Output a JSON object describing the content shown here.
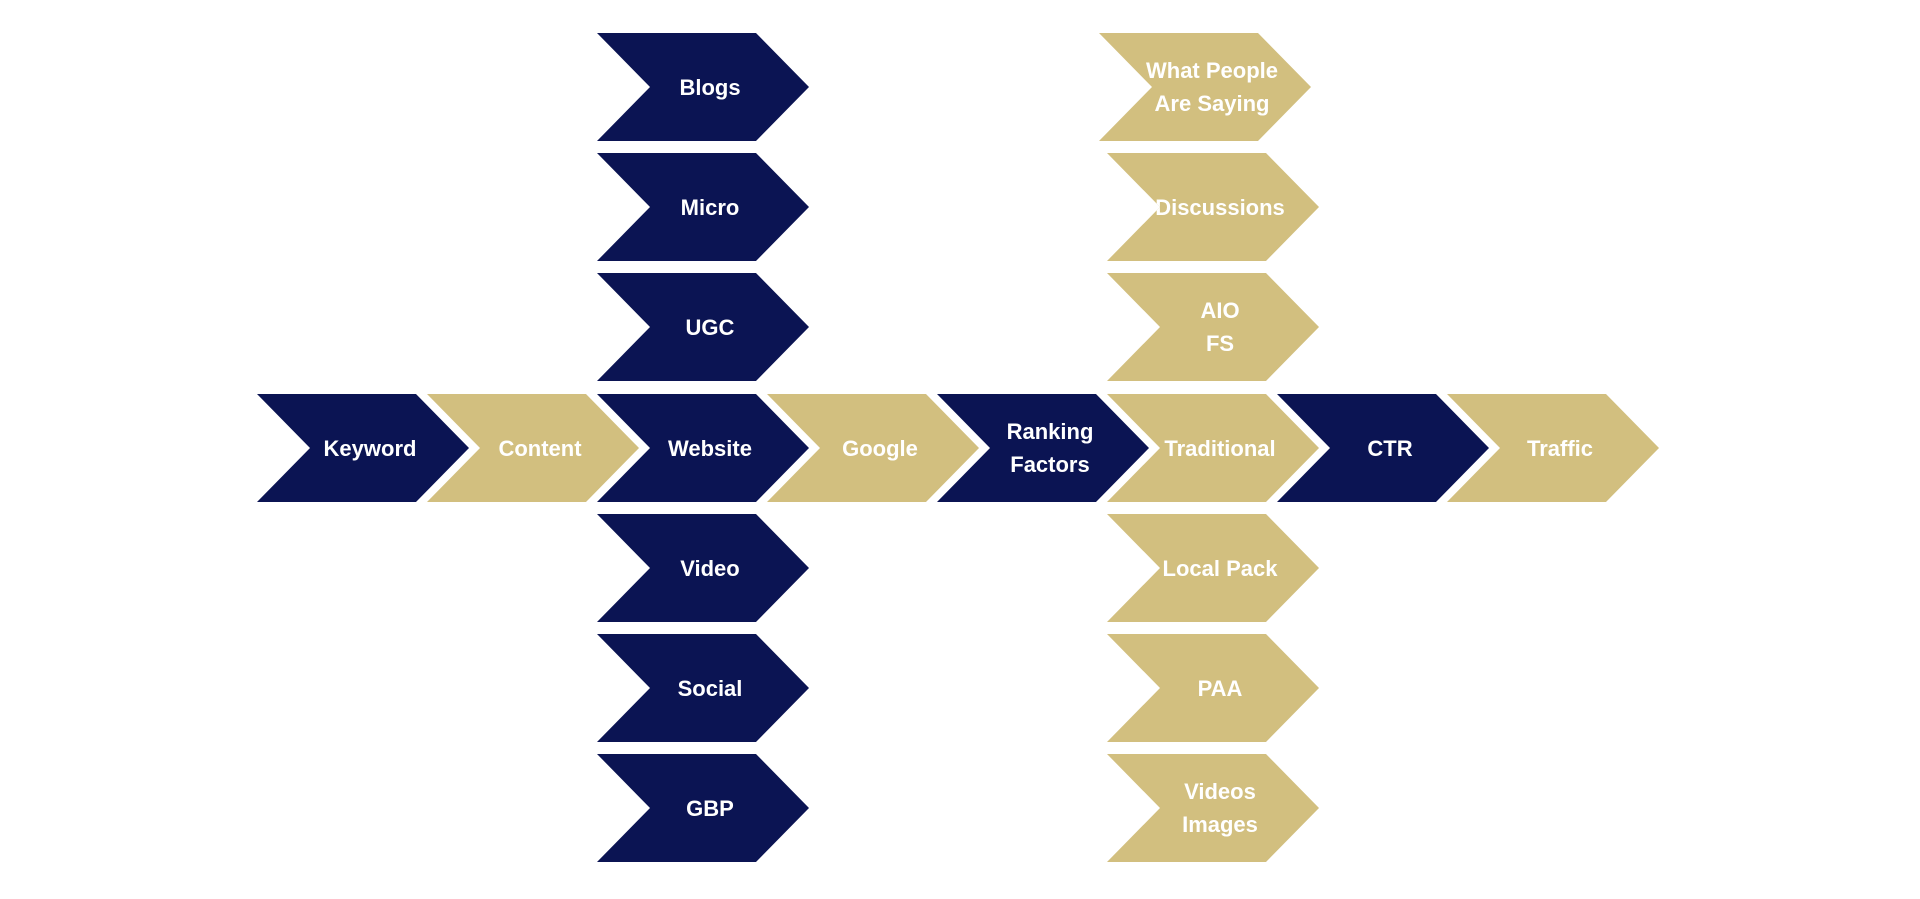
{
  "colors": {
    "navy": "#0b1453",
    "gold": "#d2bf7f",
    "text": "#ffffff",
    "background": "#ffffff"
  },
  "main_flow": {
    "keyword": "Keyword",
    "content": "Content",
    "website": "Website",
    "google": "Google",
    "ranking_factors": "Ranking\nFactors",
    "traditional": "Traditional",
    "ctr": "CTR",
    "traffic": "Traffic"
  },
  "website_branch": {
    "blogs": "Blogs",
    "micro": "Micro",
    "ugc": "UGC",
    "video": "Video",
    "social": "Social",
    "gbp": "GBP"
  },
  "serp_branch": {
    "what_people_are_saying": "What People\nAre Saying",
    "discussions": "Discussions",
    "aio_fs": "AIO\nFS",
    "local_pack": "Local Pack",
    "paa": "PAA",
    "videos_images": "Videos\nImages"
  }
}
